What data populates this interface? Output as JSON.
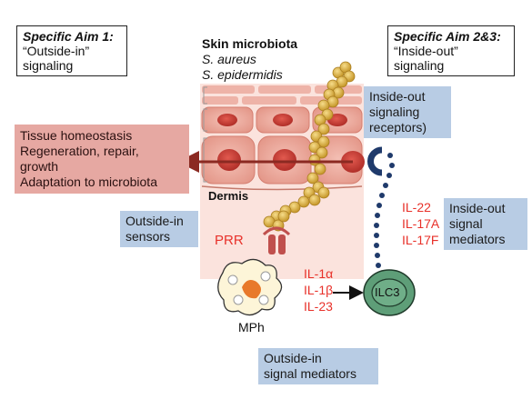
{
  "aim1": {
    "title": "Specific Aim 1:",
    "line1": "“Outside-in”",
    "line2": "signaling"
  },
  "aim23": {
    "title": "Specific Aim 2&3:",
    "line1": "“Inside-out”",
    "line2": "signaling"
  },
  "microbiota": {
    "title": "Skin microbiota",
    "species1": "S. aureus",
    "species2": "S. epidermidis"
  },
  "homeostasis": {
    "line1": "Tissue homeostasis",
    "line2": "Regeneration, repair,",
    "line3": "growth",
    "line4": "Adaptation to microbiota"
  },
  "receptors_box": {
    "line1": "Inside-out",
    "line2": "signaling",
    "line3": "receptors)"
  },
  "dermis_label": "Dermis",
  "sensors_box": {
    "line1": "Outside-in",
    "line2": "sensors"
  },
  "prr_label": "PRR",
  "inside_out_cytokines": [
    "IL-22",
    "IL-17A",
    "IL-17F"
  ],
  "inside_out_mediators_box": {
    "line1": "Inside-out",
    "line2": "signal",
    "line3": "mediators"
  },
  "outside_in_cytokines": [
    "IL-1α",
    "IL-1β",
    "IL-23"
  ],
  "mph_label": "MPh",
  "ilc3_label": "ILC3",
  "outside_in_mediators_box": {
    "line1": "Outside-in",
    "line2": "signal mediators"
  },
  "colors": {
    "red_text": "#e8312a",
    "blue_box": "#b8cce4",
    "pink_box": "#e6a8a2",
    "arrow": "#8b2a22",
    "ilc3_fill": "#5e9e78",
    "dots": "#1f3a6b",
    "bacteria": "#d9b04a"
  }
}
